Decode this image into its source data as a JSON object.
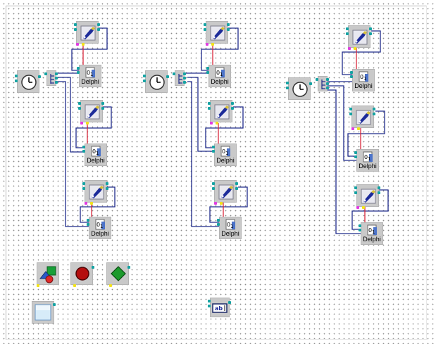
{
  "delphi_label": "Delphi",
  "doc_mark": "0",
  "doc_mark_sub": "1",
  "edit_icon_text": "ab",
  "colors": {
    "port": "#16a3a3",
    "port_magenta": "#e23ce2",
    "port_yellow": "#f2e31c",
    "wire": "#1e2a8a",
    "wire_red": "#d8263a",
    "component_bg": "#c9c9c9"
  },
  "icons": [
    "clock-icon",
    "splitter-icon",
    "wrench-icon",
    "shapes-icon",
    "red-circle-icon",
    "green-diamond-icon",
    "panel-icon",
    "edit-icon"
  ]
}
